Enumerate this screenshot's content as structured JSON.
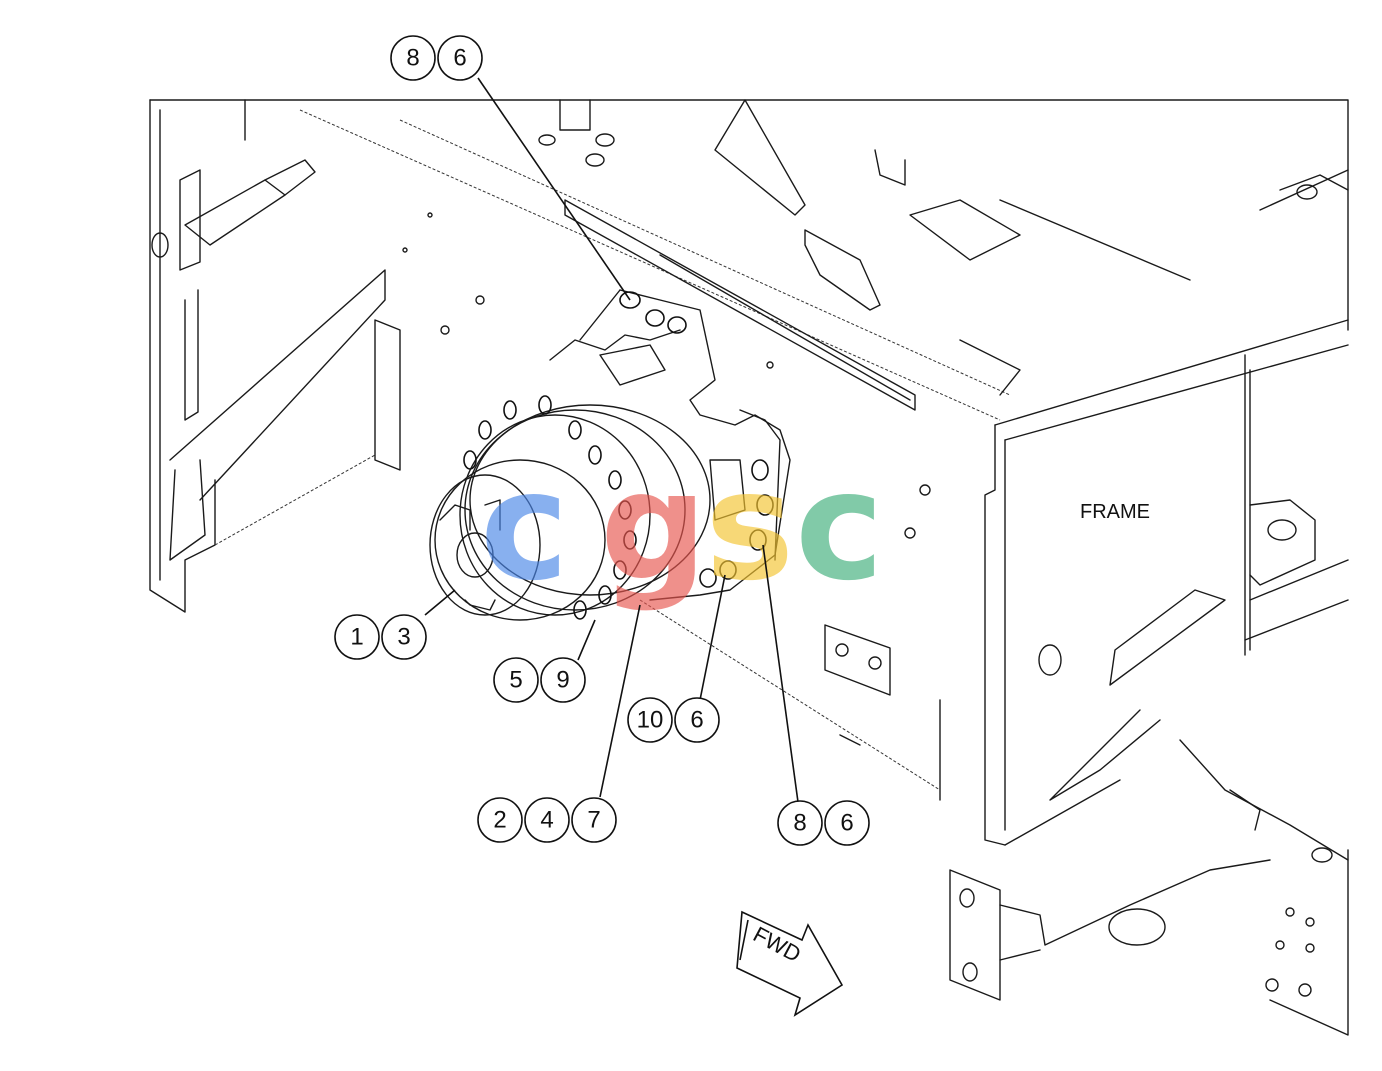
{
  "labels": {
    "frame": "FRAME",
    "fwd": "FWD"
  },
  "callouts": [
    {
      "id": "c-8-top",
      "text": "8"
    },
    {
      "id": "c-6-top",
      "text": "6"
    },
    {
      "id": "c-1",
      "text": "1"
    },
    {
      "id": "c-3",
      "text": "3"
    },
    {
      "id": "c-5",
      "text": "5"
    },
    {
      "id": "c-9",
      "text": "9"
    },
    {
      "id": "c-10",
      "text": "10"
    },
    {
      "id": "c-6-mid",
      "text": "6"
    },
    {
      "id": "c-2",
      "text": "2"
    },
    {
      "id": "c-4",
      "text": "4"
    },
    {
      "id": "c-7",
      "text": "7"
    },
    {
      "id": "c-8-bottom",
      "text": "8"
    },
    {
      "id": "c-6-bottom",
      "text": "6"
    }
  ],
  "watermark": {
    "letters": [
      "c",
      "g",
      "s",
      "c"
    ],
    "colors": [
      "#4a86e8",
      "#e8554e",
      "#f4c430",
      "#3fae7a"
    ]
  }
}
